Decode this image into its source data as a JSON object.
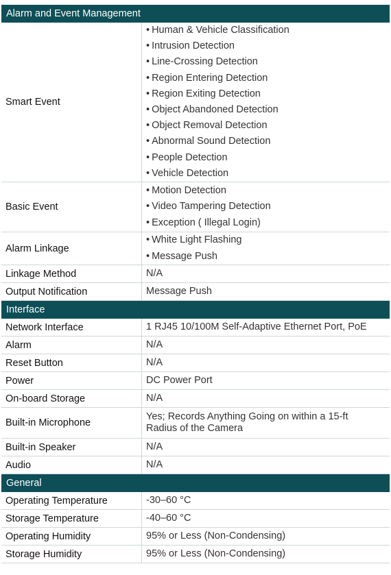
{
  "sections": [
    {
      "title": "Alarm and Event Management",
      "rows": [
        {
          "label": "Smart Event",
          "items": [
            "Human & Vehicle Classification",
            "Intrusion Detection",
            "Line-Crossing Detection",
            "Region Entering Detection",
            "Region Exiting Detection",
            "Object Abandoned Detection",
            "Object Removal Detection",
            "Abnormal Sound Detection",
            "People Detection",
            "Vehicle Detection"
          ]
        },
        {
          "label": "Basic Event",
          "items": [
            "Motion Detection",
            "Video Tampering Detection",
            "Exception ( Illegal Login)"
          ]
        },
        {
          "label": "Alarm Linkage",
          "items": [
            "White Light Flashing",
            "Message Push"
          ]
        },
        {
          "label": "Linkage Method",
          "value": "N/A"
        },
        {
          "label": "Output Notification",
          "value": "Message Push"
        }
      ]
    },
    {
      "title": "Interface",
      "rows": [
        {
          "label": "Network Interface",
          "value": "1 RJ45 10/100M Self-Adaptive Ethernet Port, PoE"
        },
        {
          "label": "Alarm",
          "value": "N/A"
        },
        {
          "label": "Reset Button",
          "value": "N/A"
        },
        {
          "label": "Power",
          "value": "DC Power Port"
        },
        {
          "label": "On-board Storage",
          "value": "N/A"
        },
        {
          "label": "Built-in Microphone",
          "value": "Yes; Records Anything Going on within a 15-ft Radius of the Camera"
        },
        {
          "label": "Built-in Speaker",
          "value": "N/A"
        },
        {
          "label": "Audio",
          "value": "N/A"
        }
      ]
    },
    {
      "title": "General",
      "rows": [
        {
          "label": "Operating Temperature",
          "value": "-30–60 °C"
        },
        {
          "label": "Storage Temperature",
          "value": "-40–60 °C"
        },
        {
          "label": "Operating Humidity",
          "value": "95% or Less (Non-Condensing)"
        },
        {
          "label": "Storage Humidity",
          "value": "95% or Less (Non-Condensing)"
        }
      ]
    }
  ],
  "colors": {
    "header_bg": "#0e4f57",
    "header_text": "#ffffff",
    "border": "#cfd6d7"
  }
}
